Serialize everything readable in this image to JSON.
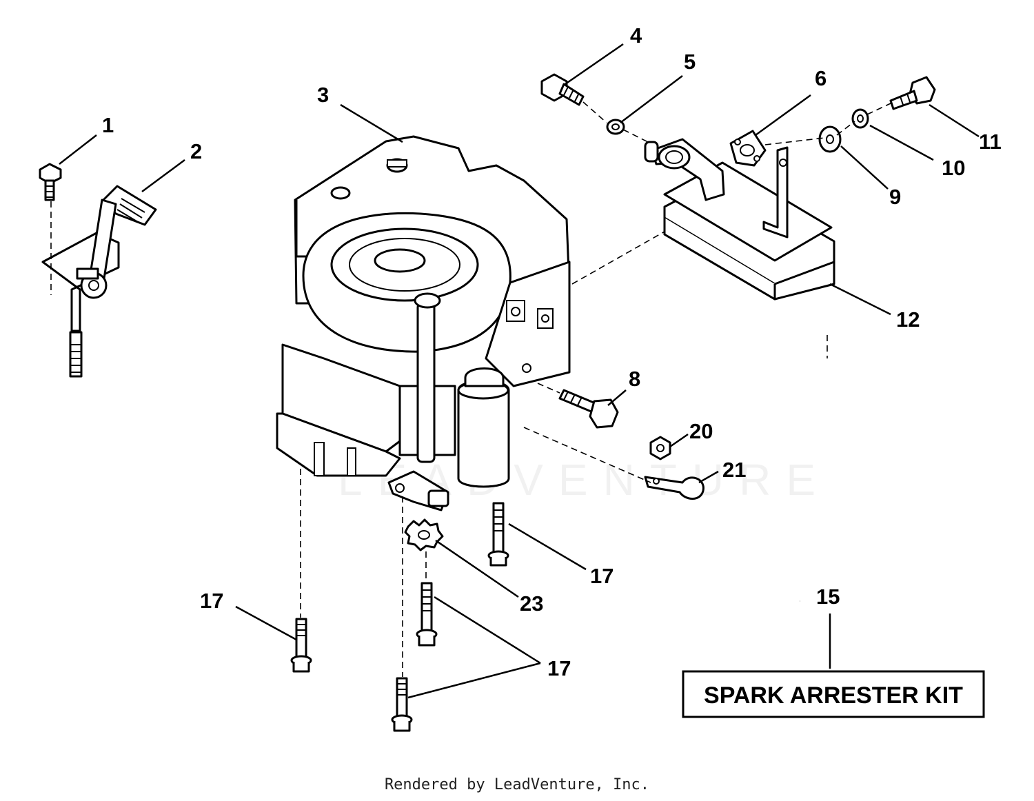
{
  "callouts": {
    "c1": "1",
    "c2": "2",
    "c3": "3",
    "c4": "4",
    "c5": "5",
    "c6": "6",
    "c8": "8",
    "c9": "9",
    "c10": "10",
    "c11": "11",
    "c12": "12",
    "c15": "15",
    "c17a": "17",
    "c17b": "17",
    "c17c": "17",
    "c20": "20",
    "c21": "21",
    "c23": "23"
  },
  "kit_label": "SPARK ARRESTER KIT",
  "watermark": "LEADVENTURE",
  "footer": "Rendered by LeadVenture, Inc."
}
